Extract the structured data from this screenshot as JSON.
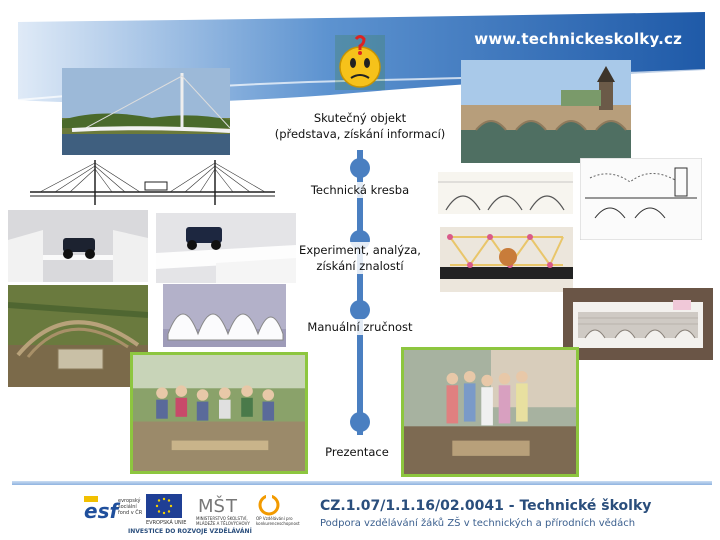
{
  "header": {
    "url": "www.technickeskolky.cz"
  },
  "timeline": {
    "steps": [
      {
        "label_line1": "Skutečný objekt",
        "label_line2": "(představa, získání informací)"
      },
      {
        "label_line1": "Technická kresba",
        "label_line2": ""
      },
      {
        "label_line1": "Experiment, analýza,",
        "label_line2": "získání znalostí"
      },
      {
        "label_line1": "Manuální zručnost",
        "label_line2": ""
      },
      {
        "label_line1": "Prezentace",
        "label_line2": ""
      }
    ]
  },
  "footer": {
    "project_code": "CZ.1.07/1.1.16/02.0041 - Technické školky",
    "project_subtitle": "Podpora vzdělávání žáků ZŠ v technických a přírodních vědách",
    "investment_text": "INVESTICE DO ROZVOJE VZDĚLÁVÁNÍ",
    "logos": {
      "esf_caption": "evropský sociální fond v ČR",
      "eu_caption": "EVROPSKÁ UNIE",
      "msmt_caption": "MINISTERSTVO ŠKOLSTVÍ, MLÁDEŽE A TĚLOVÝCHOVY",
      "op_caption": "OP Vzdělávání pro konkurenceschopnost"
    }
  },
  "colors": {
    "accent": "#4a7fc1",
    "header_blue": "#2f6db5",
    "footer_text": "#2a4e7c"
  }
}
